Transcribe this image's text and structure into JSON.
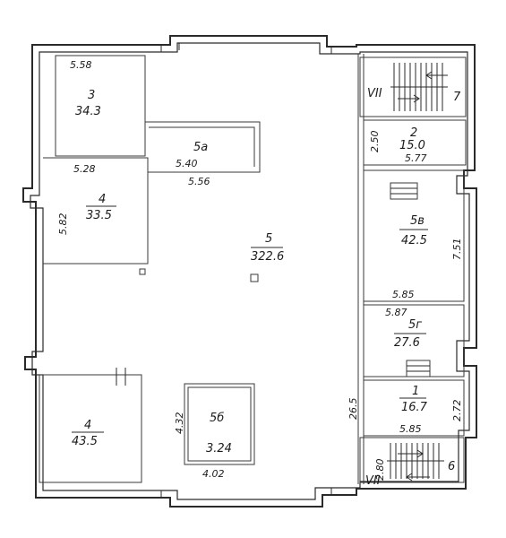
{
  "rooms": {
    "r3": {
      "number": "3",
      "area": "34.3"
    },
    "r4_top": {
      "number": "4",
      "area": "33.5"
    },
    "r5a": {
      "number": "5a",
      "area": "5.40"
    },
    "r5_main": {
      "number": "5",
      "area": "322.6"
    },
    "r4_bottom": {
      "number": "4",
      "area": "43.5"
    },
    "r5b": {
      "number": "5б",
      "area": "3.24"
    },
    "r7": {
      "number": "7"
    },
    "r2": {
      "number": "2",
      "area": "15.0"
    },
    "r5v": {
      "number": "5в",
      "area": "42.5"
    },
    "r5g": {
      "number": "5г",
      "area": "27.6"
    },
    "r1": {
      "number": "1",
      "area": "16.7"
    },
    "r6": {
      "number": "6"
    }
  },
  "stairs": {
    "upper": "VII",
    "lower": "VII"
  },
  "dimensions": {
    "d_558": "5.58",
    "d_528": "5.28",
    "d_556": "5.56",
    "d_582": "5.82",
    "d_432": "4.32",
    "d_402": "4.02",
    "d_250": "2.50",
    "d_577": "5.77",
    "d_751": "7.51",
    "d_585_a": "5.85",
    "d_587": "5.87",
    "d_265": "26.5",
    "d_272": "2.72",
    "d_585_b": "5.85",
    "d_280": "2.80"
  }
}
